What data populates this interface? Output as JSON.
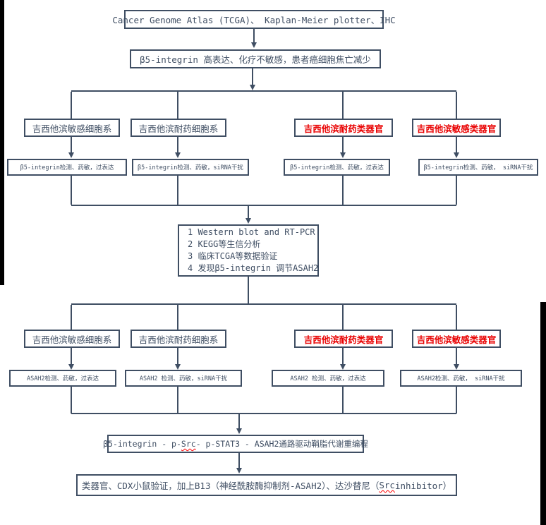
{
  "colors": {
    "line": "#3f4e63",
    "red_text": "#e90000",
    "black_bar": "#000000"
  },
  "flow": {
    "source_box": "Cancer Genome Atlas (TCGA)、 Kaplan-Meier plotter、IHC",
    "finding_box": "β5-integrin 高表达、化疗不敏感，患者癌细胞焦亡减少",
    "branch1": {
      "columns": [
        {
          "title": "吉西他滨敏感细胞系",
          "style": "blue",
          "action": "β5-integrin检测、药敏，过表达"
        },
        {
          "title": "吉西他滨耐药细胞系",
          "style": "blue",
          "action": "β5-integrin检测、药敏，siRNA干扰"
        },
        {
          "title": "吉西他滨耐药类器官",
          "style": "red",
          "action": "β5-integrin检测、药敏，过表达"
        },
        {
          "title": "吉西他滨敏感类器官",
          "style": "red",
          "action": "β5-integrin检测、药敏， siRNA干扰"
        }
      ]
    },
    "analysis_box": {
      "line1": "1 Western blot and RT-PCR",
      "line2": "2 KEGG等生信分析",
      "line3": "3 临床TCGA等数据验证",
      "line4": "4 发现β5-integrin 调节ASAH2"
    },
    "branch2": {
      "columns": [
        {
          "title": "吉西他滨敏感细胞系",
          "style": "blue",
          "action": "ASAH2检测、药敏，过表达"
        },
        {
          "title": "吉西他滨耐药细胞系",
          "style": "blue",
          "action": "ASAH2 检测、药敏，siRNA干扰"
        },
        {
          "title": "吉西他滨耐药类器官",
          "style": "red",
          "action": "ASAH2 检测、药敏，过表达"
        },
        {
          "title": "吉西他滨敏感类器官",
          "style": "red",
          "action": "ASAH2检测、药敏， siRNA干扰"
        }
      ]
    },
    "pathway_box": {
      "pre": "β5-integrin - p-",
      "src": "Src",
      "post": " - p-STAT3 - ASAH2通路驱动鞘脂代谢重编程"
    },
    "validation_box": {
      "pre": "类器官、CDX小鼠验证，加上B13（神经酰胺酶抑制剂-ASAH2）、达沙替尼（",
      "src": "Src",
      "post": " inhibitor）"
    }
  }
}
